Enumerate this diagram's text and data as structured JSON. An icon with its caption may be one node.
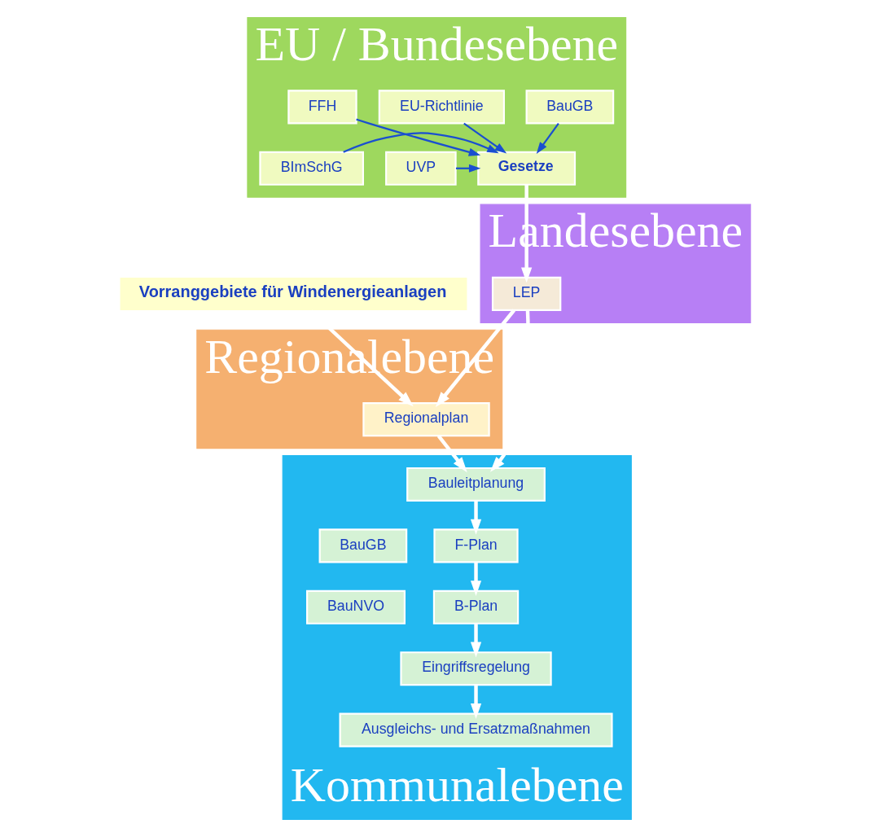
{
  "diagram": {
    "nodes": [
      {
        "text": [
          "EU / Bundesebene"
        ]
      },
      {
        "text": [
          "BauGB"
        ],
        "in": 0
      },
      {
        "text": [
          "EU-Richtlinie"
        ],
        "in": 0
      },
      {
        "text": [
          "FFH"
        ],
        "in": 0
      },
      {
        "text": [
          "UVP"
        ],
        "in": 0
      },
      {
        "text": [
          "Gesetze"
        ],
        "in": 0
      },
      {
        "text": [
          "BImSchG"
        ],
        "in": 0
      },
      {
        "text": [
          "Landesebene"
        ]
      },
      {
        "text": [
          "LEP"
        ],
        "in": 7
      },
      {
        "text": [
          "Regionalebene"
        ]
      },
      {
        "text": [
          "Regionalplan"
        ],
        "in": 9
      },
      {
        "text": [
          "Vorranggebiete für Windenergieanlagen"
        ]
      },
      {
        "text": [
          "Kommunalebene"
        ]
      },
      {
        "text": [
          "Bauleitplanung"
        ],
        "in": 12
      },
      {
        "text": [
          "BauGB"
        ],
        "in": 12
      },
      {
        "text": [
          "F-Plan"
        ],
        "in": 12
      },
      {
        "text": [
          "BauNVO"
        ],
        "in": 12
      },
      {
        "text": [
          "B-Plan"
        ],
        "in": 12
      },
      {
        "text": [
          "Eingriffsregelung"
        ],
        "in": 12
      },
      {
        "text": [
          "Ausgleichs- und Ersatzmaßnahmen"
        ],
        "in": 12
      }
    ],
    "edges": [
      {
        "from": 1,
        "to": 5,
        "arrow": "to",
        "color": "#1a4fd0"
      },
      {
        "from": 2,
        "to": 5,
        "arrow": "to",
        "color": "#1a4fd0"
      },
      {
        "from": 3,
        "to": 5,
        "arrow": "to",
        "color": "#1a4fd0"
      },
      {
        "from": 4,
        "to": 5,
        "arrow": "to",
        "color": "#1a4fd0"
      },
      {
        "from": 6,
        "to": 5,
        "arrow": "to",
        "color": "#1a4fd0"
      },
      {
        "from": 5,
        "to": 8,
        "arrow": "to"
      },
      {
        "from": 8,
        "to": 10,
        "arrow": "to"
      },
      {
        "from": 8,
        "to": 13,
        "arrow": "to"
      },
      {
        "from": 11,
        "to": 10,
        "arrow": "to"
      },
      {
        "from": 10,
        "to": 13,
        "arrow": "to"
      },
      {
        "from": 13,
        "to": 15,
        "arrow": "to"
      },
      {
        "from": 15,
        "to": 17,
        "arrow": "to"
      },
      {
        "from": 17,
        "to": 18,
        "arrow": "to"
      },
      {
        "from": 18,
        "to": 19,
        "arrow": "to"
      }
    ]
  }
}
